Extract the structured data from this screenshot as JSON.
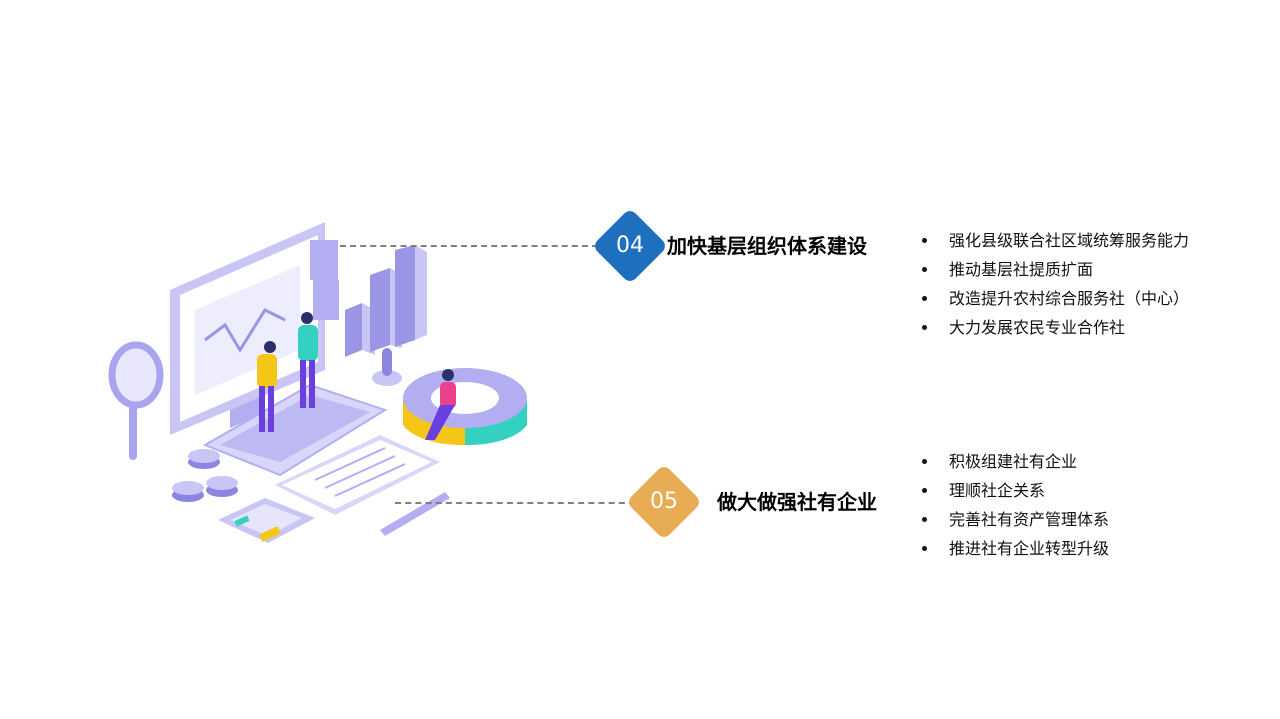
{
  "sections": [
    {
      "number": "04",
      "title": "加快基层组织体系建设",
      "color": "#1f6fbf",
      "items": [
        "强化县级联合社区域统筹服务能力",
        "推动基层社提质扩面",
        "改造提升农村综合服务社（中心）",
        "大力发展农民专业合作社"
      ]
    },
    {
      "number": "05",
      "title": "做大做强社有企业",
      "color": "#e8ac55",
      "items": [
        "积极组建社有企业",
        "理顺社企关系",
        "完善社有资产管理体系",
        "推进社有企业转型升级"
      ]
    }
  ],
  "illustration": {
    "icon": "business-data-analysis-illustration",
    "colors": {
      "purple": "#9b95e6",
      "light": "#e6e5fb",
      "teal": "#35d1c0",
      "yellow": "#f5c518",
      "pink": "#ec3f8c"
    }
  }
}
